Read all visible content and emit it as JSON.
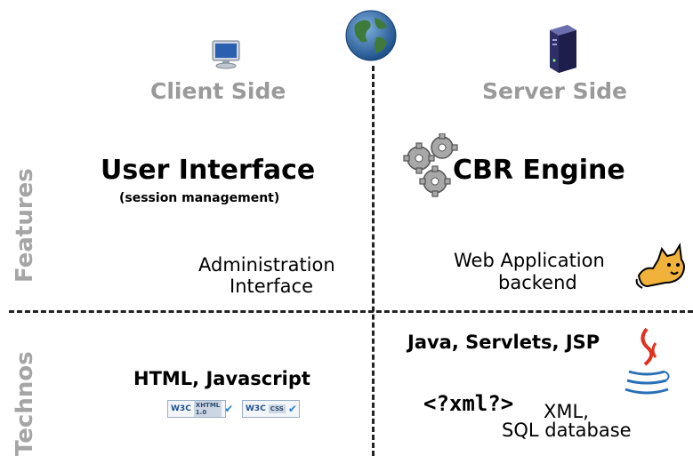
{
  "columns": {
    "client": {
      "title": "Client Side",
      "icon": "monitor-icon"
    },
    "server": {
      "title": "Server Side",
      "icon": "server-icon"
    },
    "center_icon": "globe-icon"
  },
  "rows": {
    "features": "Features",
    "technos": "Technos"
  },
  "features": {
    "client": {
      "title": "User Interface",
      "subtitle": "(session management)",
      "admin_line1": "Administration",
      "admin_line2": "Interface"
    },
    "server": {
      "title": "CBR Engine",
      "title_icon": "gears-icon",
      "backend_line1": "Web Application",
      "backend_line2": "backend",
      "backend_icon": "tomcat-icon"
    }
  },
  "technos": {
    "client": {
      "label": "HTML, Javascript",
      "badges": [
        {
          "w3c": "W3C",
          "label": "XHTML 1.0"
        },
        {
          "w3c": "W3C",
          "label": "CSS"
        }
      ]
    },
    "server": {
      "label": "Java, Servlets, JSP",
      "java_icon": "java-icon",
      "xml_tag": "<?xml?>",
      "xml_line1": "XML,",
      "xml_line2": "SQL database"
    }
  },
  "colors": {
    "heading_gray": "#9a9a9a",
    "axis_label_gray": "#a5a5a5",
    "java_red": "#e0311f",
    "java_blue": "#2a6fb6"
  }
}
